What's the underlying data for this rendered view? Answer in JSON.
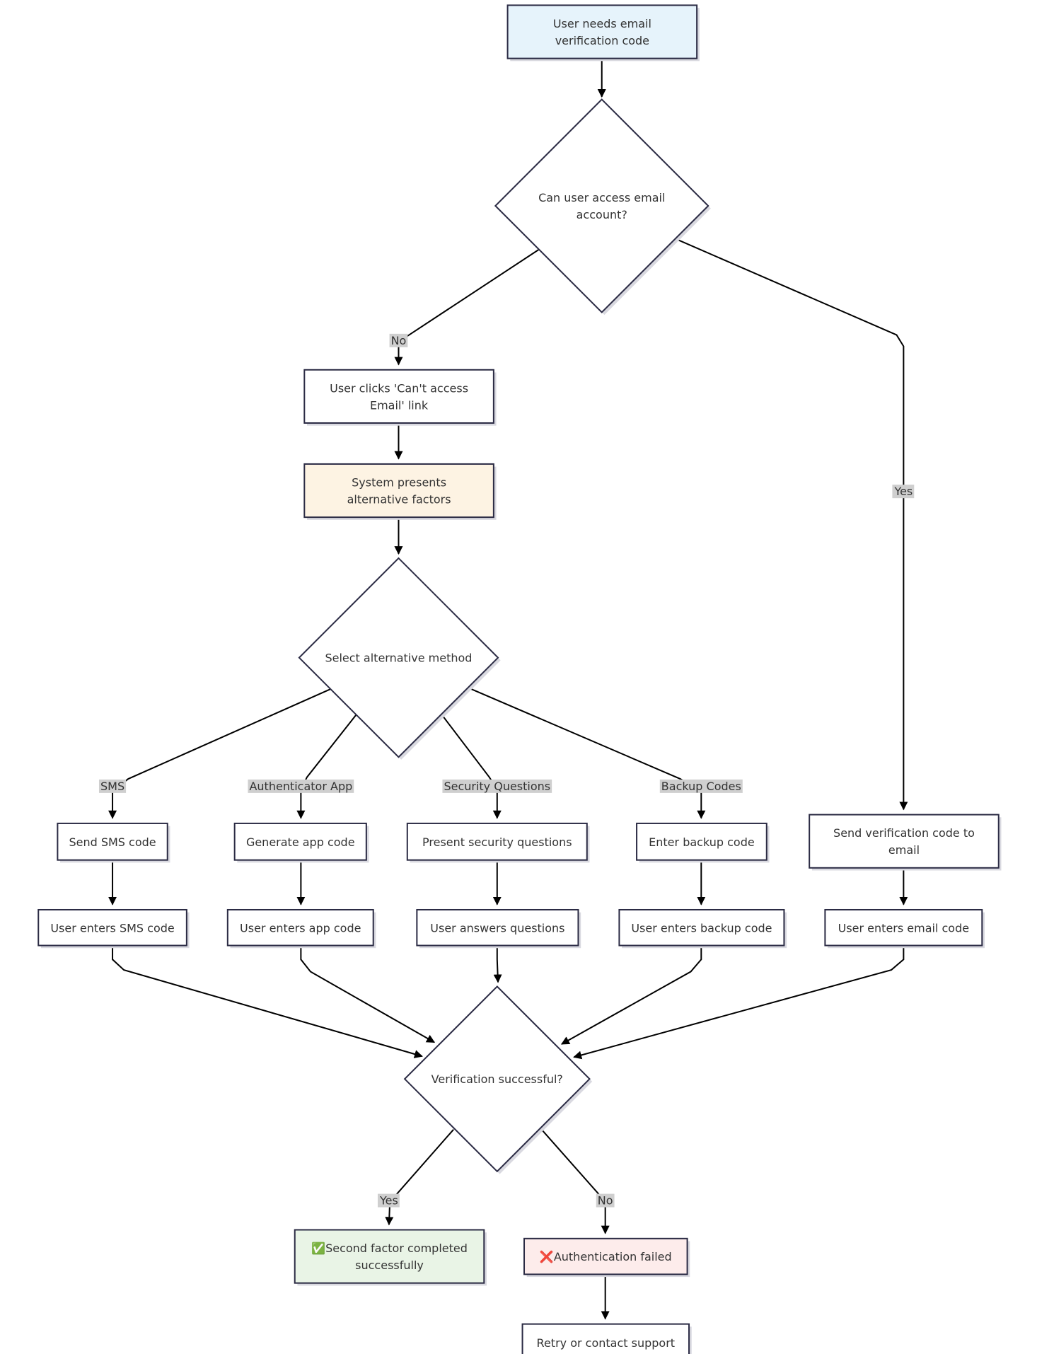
{
  "nodes": {
    "start": {
      "text": [
        "User needs email",
        "verification code"
      ],
      "fill": "#e6f3fb"
    },
    "q_access": {
      "text": [
        "Can user access email",
        "account?"
      ]
    },
    "cant_access": {
      "text": [
        "User clicks 'Can't access",
        "Email' link"
      ]
    },
    "alternatives": {
      "text": [
        "System presents",
        "alternative factors"
      ],
      "fill": "#fdf3e3"
    },
    "select_method": {
      "text": [
        "Select alternative method"
      ]
    },
    "send_sms": {
      "text": [
        "Send SMS code"
      ]
    },
    "gen_app": {
      "text": [
        "Generate app code"
      ]
    },
    "present_sq": {
      "text": [
        "Present security questions"
      ]
    },
    "enter_backup": {
      "text": [
        "Enter backup code"
      ]
    },
    "send_email": {
      "text": [
        "Send verification code to",
        "email"
      ]
    },
    "enter_sms": {
      "text": [
        "User enters SMS code"
      ]
    },
    "enter_app": {
      "text": [
        "User enters app code"
      ]
    },
    "answer_q": {
      "text": [
        "User answers questions"
      ]
    },
    "enter_backup_code": {
      "text": [
        "User enters backup code"
      ]
    },
    "enter_email": {
      "text": [
        "User enters email code"
      ]
    },
    "q_verify": {
      "text": [
        "Verification successful?"
      ]
    },
    "success": {
      "text": [
        "Second factor completed",
        "successfully"
      ],
      "fill": "#e9f4e6",
      "emoji": "✅"
    },
    "failed": {
      "text": [
        "Authentication failed"
      ],
      "fill": "#fdeceb",
      "emoji": "❌"
    },
    "retry": {
      "text": [
        "Retry or contact support"
      ]
    }
  },
  "edge_labels": {
    "no_access": "No",
    "yes_access": "Yes",
    "sms": "SMS",
    "auth_app": "Authenticator App",
    "security_q": "Security Questions",
    "backup_codes": "Backup Codes",
    "verify_yes": "Yes",
    "verify_no": "No"
  },
  "colors": {
    "node_stroke": "#2b2b44",
    "edge": "#000000",
    "label_bg": "#cfcfcf",
    "text": "#333333"
  }
}
